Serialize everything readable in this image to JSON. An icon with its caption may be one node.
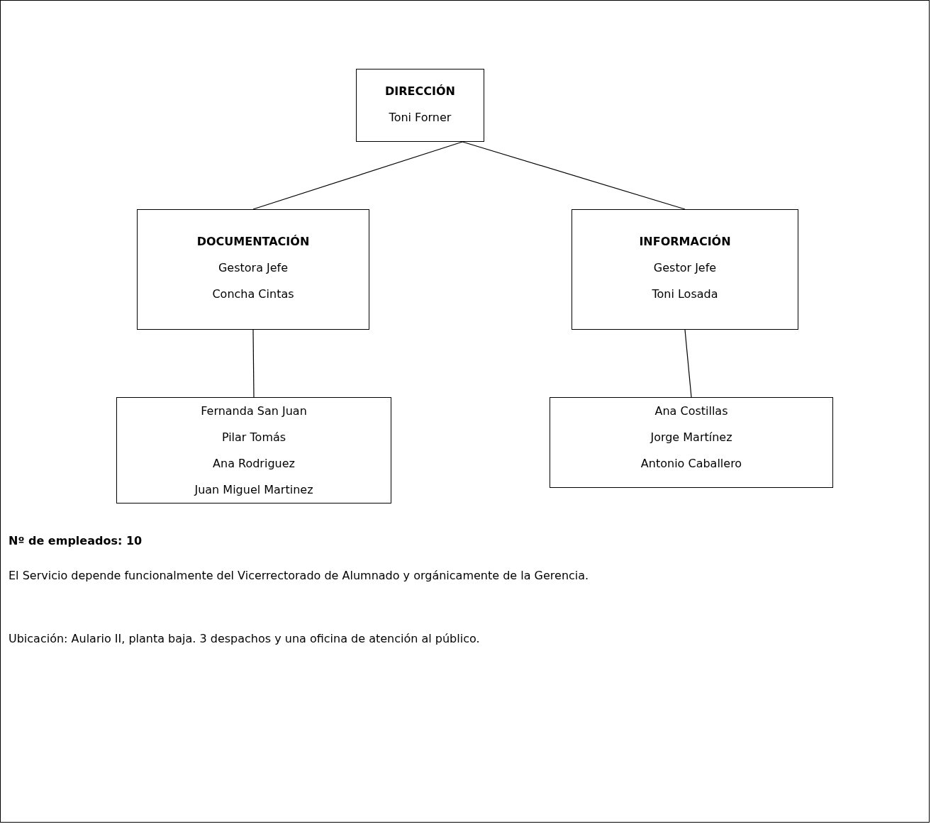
{
  "diagram": {
    "nodes": [
      {
        "text": [
          "DIRECCIÓN",
          "Toni Forner"
        ]
      },
      {
        "text": [
          "DOCUMENTACIÓN",
          "Gestora Jefe",
          "Concha Cintas"
        ]
      },
      {
        "text": [
          "INFORMACIÓN",
          "Gestor Jefe",
          "Toni Losada"
        ]
      },
      {
        "text": [
          "Fernanda San Juan",
          "Pilar Tomás",
          "Ana Rodriguez",
          "Juan Miguel Martinez"
        ]
      },
      {
        "text": [
          "Ana Costillas",
          "Jorge Martínez",
          "Antonio Caballero"
        ]
      }
    ],
    "edges": [
      {
        "from": 0,
        "to": 1,
        "arrow": "none"
      },
      {
        "from": 0,
        "to": 2,
        "arrow": "none"
      },
      {
        "from": 1,
        "to": 3,
        "arrow": "none"
      },
      {
        "from": 2,
        "to": 4,
        "arrow": "none"
      }
    ],
    "labels": [
      "Nº de empleados: 10",
      "El Servicio depende funcionalmente del Vicerrectorado de Alumnado y orgánicamente de la Gerencia.",
      "Ubicación: Aulario II, planta baja. 3 despachos y una oficina de atención al público."
    ]
  }
}
